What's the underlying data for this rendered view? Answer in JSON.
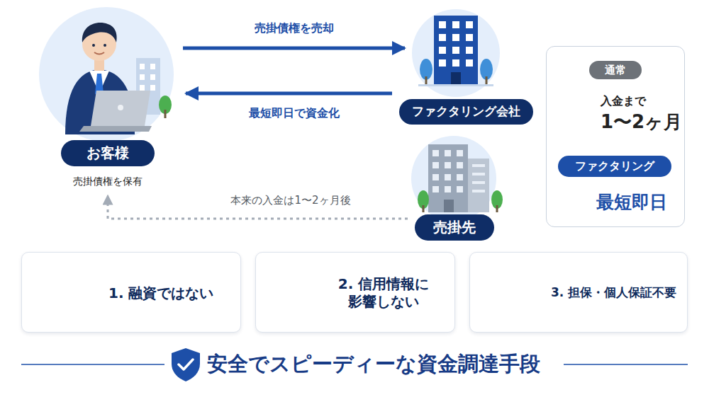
{
  "diagram": {
    "caption": "安全でスピーディーな資金調達手段",
    "nodes": [
      {
        "text": [
          "お客様",
          "売掛債権を保有"
        ]
      },
      {
        "text": [
          "ファクタリング会社"
        ]
      },
      {
        "text": [
          "売掛先"
        ]
      },
      {
        "text": [
          "入金まで",
          "1〜2ヶ月",
          "最短即日"
        ]
      },
      {
        "text": [
          "通常"
        ],
        "in": 3
      },
      {
        "text": [
          "ファクタリング"
        ],
        "in": 3
      },
      {
        "text": [
          "1. 融資ではない"
        ]
      },
      {
        "text": [
          "2. 信用情報に 影響しない"
        ]
      },
      {
        "text": [
          "3. 担保・個人保証不要"
        ]
      }
    ],
    "edges": [
      {
        "from": 0,
        "to": 1,
        "label": "売掛債権を売却",
        "arrow": "to"
      },
      {
        "from": 1,
        "to": 0,
        "label": "最短即日で資金化",
        "arrow": "to"
      },
      {
        "from": 2,
        "to": 0,
        "label": "本来の入金は1〜2ヶ月後",
        "arrow": "to"
      }
    ]
  }
}
